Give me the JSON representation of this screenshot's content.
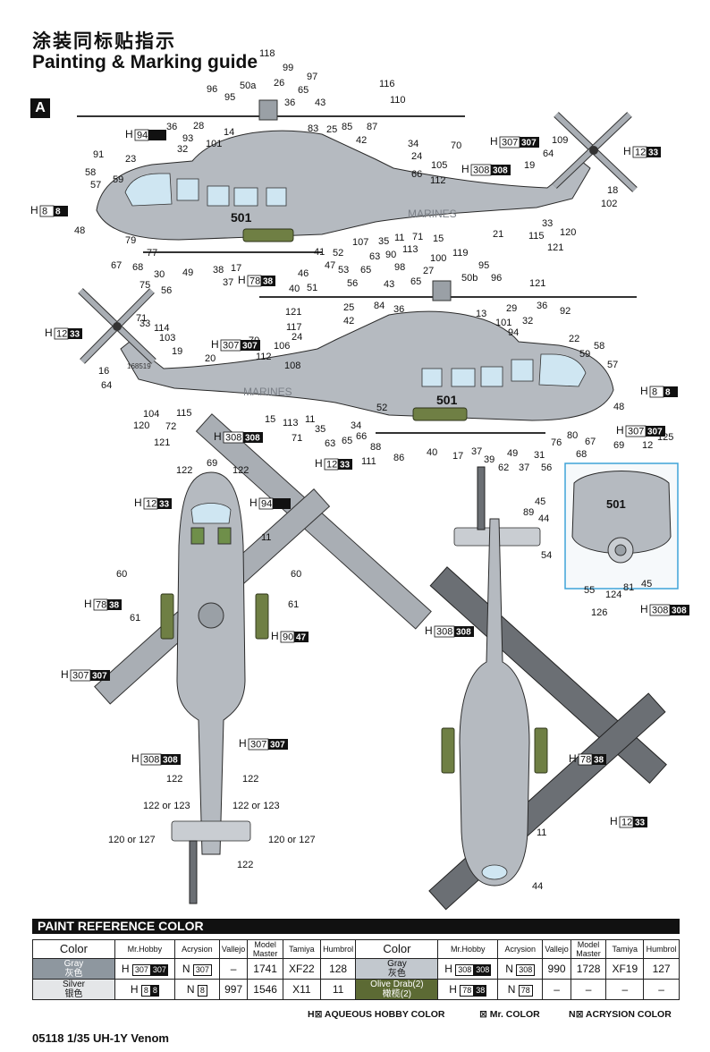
{
  "header": {
    "title_cn": "涂装同标贴指示",
    "title_en": "Painting & Marking guide",
    "badge": "A"
  },
  "colors": {
    "gray_307": "#8e979f",
    "gray_308": "#c2c8ce",
    "silver": "#e4e6e8",
    "olive": "#5c6a34",
    "glass": "#cfe6f2",
    "hull": "#b5bac0"
  },
  "markings": {
    "fuselage_text": "MARINES",
    "tail_code": "501",
    "serial": "168519"
  },
  "callouts": {
    "side_top": [
      "118",
      "99",
      "96",
      "50a",
      "26",
      "97",
      "95",
      "65",
      "36",
      "43",
      "116",
      "110",
      "28",
      "14",
      "83",
      "85",
      "25",
      "87",
      "36",
      "93",
      "32",
      "101",
      "42",
      "34",
      "24",
      "70",
      "91",
      "23",
      "58",
      "59",
      "57",
      "105",
      "66",
      "112",
      "109",
      "64",
      "19",
      "18",
      "102",
      "48",
      "33",
      "115",
      "120",
      "121",
      "21",
      "15",
      "71",
      "11",
      "113",
      "90",
      "35",
      "107",
      "63",
      "65",
      "53",
      "47",
      "52",
      "41",
      "46",
      "51",
      "56",
      "40",
      "37",
      "38",
      "17",
      "49",
      "30",
      "67",
      "79",
      "77",
      "68",
      "75",
      "56"
    ],
    "side_bottom": [
      "100",
      "119",
      "27",
      "98",
      "65",
      "95",
      "43",
      "50b",
      "96",
      "121",
      "25",
      "84",
      "36",
      "29",
      "13",
      "36",
      "92",
      "121",
      "42",
      "101",
      "32",
      "94",
      "117",
      "24",
      "22",
      "58",
      "71",
      "114",
      "33",
      "103",
      "70",
      "106",
      "19",
      "16",
      "20",
      "112",
      "108",
      "59",
      "57",
      "64",
      "15",
      "113",
      "11",
      "71",
      "35",
      "34",
      "52",
      "86",
      "88",
      "63",
      "65",
      "66",
      "111",
      "40",
      "17",
      "37",
      "39",
      "62",
      "49",
      "37",
      "31",
      "56",
      "76",
      "80",
      "67",
      "68",
      "48",
      "120",
      "104",
      "72",
      "115",
      "121",
      "12",
      "125",
      "69"
    ],
    "top_view": [
      "122",
      "69",
      "122",
      "11",
      "60",
      "60",
      "61",
      "61",
      "122",
      "122",
      "122 or 123",
      "122 or 123",
      "120 or 127",
      "120 or 127",
      "122"
    ],
    "bottom_view": [
      "45",
      "89",
      "44",
      "54",
      "55",
      "124",
      "81",
      "126",
      "45",
      "11",
      "44"
    ]
  },
  "codes": [
    {
      "id": "h94",
      "a": "94",
      "b": ""
    },
    {
      "id": "h307",
      "a": "307",
      "b": "307"
    },
    {
      "id": "h12",
      "a": "12",
      "b": "33"
    },
    {
      "id": "h308",
      "a": "308",
      "b": "308"
    },
    {
      "id": "h8",
      "a": "8",
      "b": "8"
    },
    {
      "id": "h78",
      "a": "78",
      "b": "38"
    },
    {
      "id": "h90",
      "a": "90",
      "b": "47"
    }
  ],
  "paint_table": {
    "title": "PAINT  REFERENCE COLOR",
    "headers": [
      "Color",
      "Mr.Hobby",
      "Acrysion",
      "Vallejo",
      "Model Master",
      "Tamiya",
      "Humbrol"
    ],
    "left": [
      {
        "name": "Gray",
        "name_cn": "灰色",
        "h_a": "307",
        "h_b": "307",
        "n": "307",
        "vallejo": "–",
        "mm": "1741",
        "tamiya": "XF22",
        "humbrol": "128"
      },
      {
        "name": "Silver",
        "name_cn": "银色",
        "h_a": "8",
        "h_b": "8",
        "n": "8",
        "vallejo": "997",
        "mm": "1546",
        "tamiya": "X11",
        "humbrol": "11"
      }
    ],
    "right": [
      {
        "name": "Gray",
        "name_cn": "灰色",
        "h_a": "308",
        "h_b": "308",
        "n": "308",
        "vallejo": "990",
        "mm": "1728",
        "tamiya": "XF19",
        "humbrol": "127"
      },
      {
        "name": "Olive Drab(2)",
        "name_cn": "橄榄(2)",
        "h_a": "78",
        "h_b": "38",
        "n": "78",
        "vallejo": "–",
        "mm": "–",
        "tamiya": "–",
        "humbrol": "–"
      }
    ]
  },
  "legend": {
    "h": "AQUEOUS HOBBY COLOR",
    "m": "Mr. COLOR",
    "n": "ACRYSION COLOR"
  },
  "footer": "05118 1/35 UH-1Y Venom"
}
